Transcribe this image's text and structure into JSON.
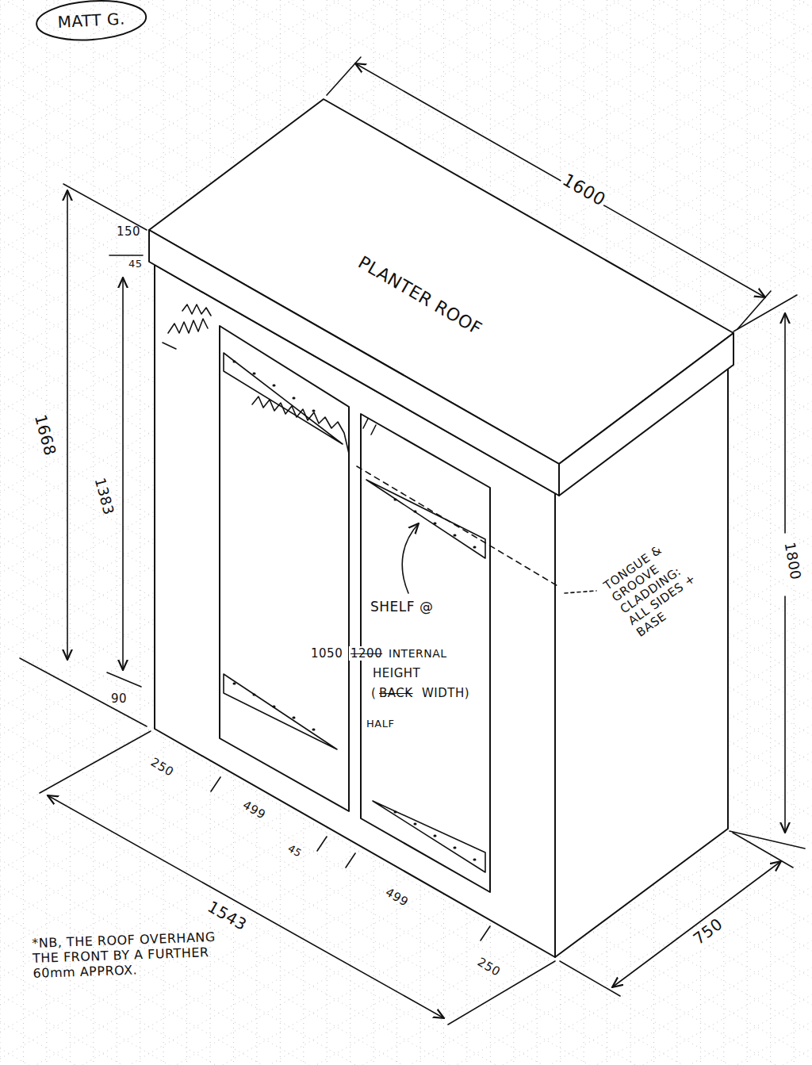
{
  "diagram": {
    "labels": [
      "MATT G.",
      "1600",
      "PLANTER ROOF",
      "150",
      "45",
      "1668",
      "1383",
      "90",
      "SHELF @",
      "1050",
      "1200",
      "INTERNAL",
      "HEIGHT",
      "(",
      "BACK",
      "WIDTH)",
      "HALF",
      "TONGUE & GROOVE CLADDING: ALL SIDES + BASE",
      "1800",
      "250",
      "499",
      "45",
      "499",
      "250",
      "1543",
      "750",
      "*NB, THE ROOF OVERHANG THE FRONT BY A FURTHER 60mm APPROX."
    ]
  }
}
